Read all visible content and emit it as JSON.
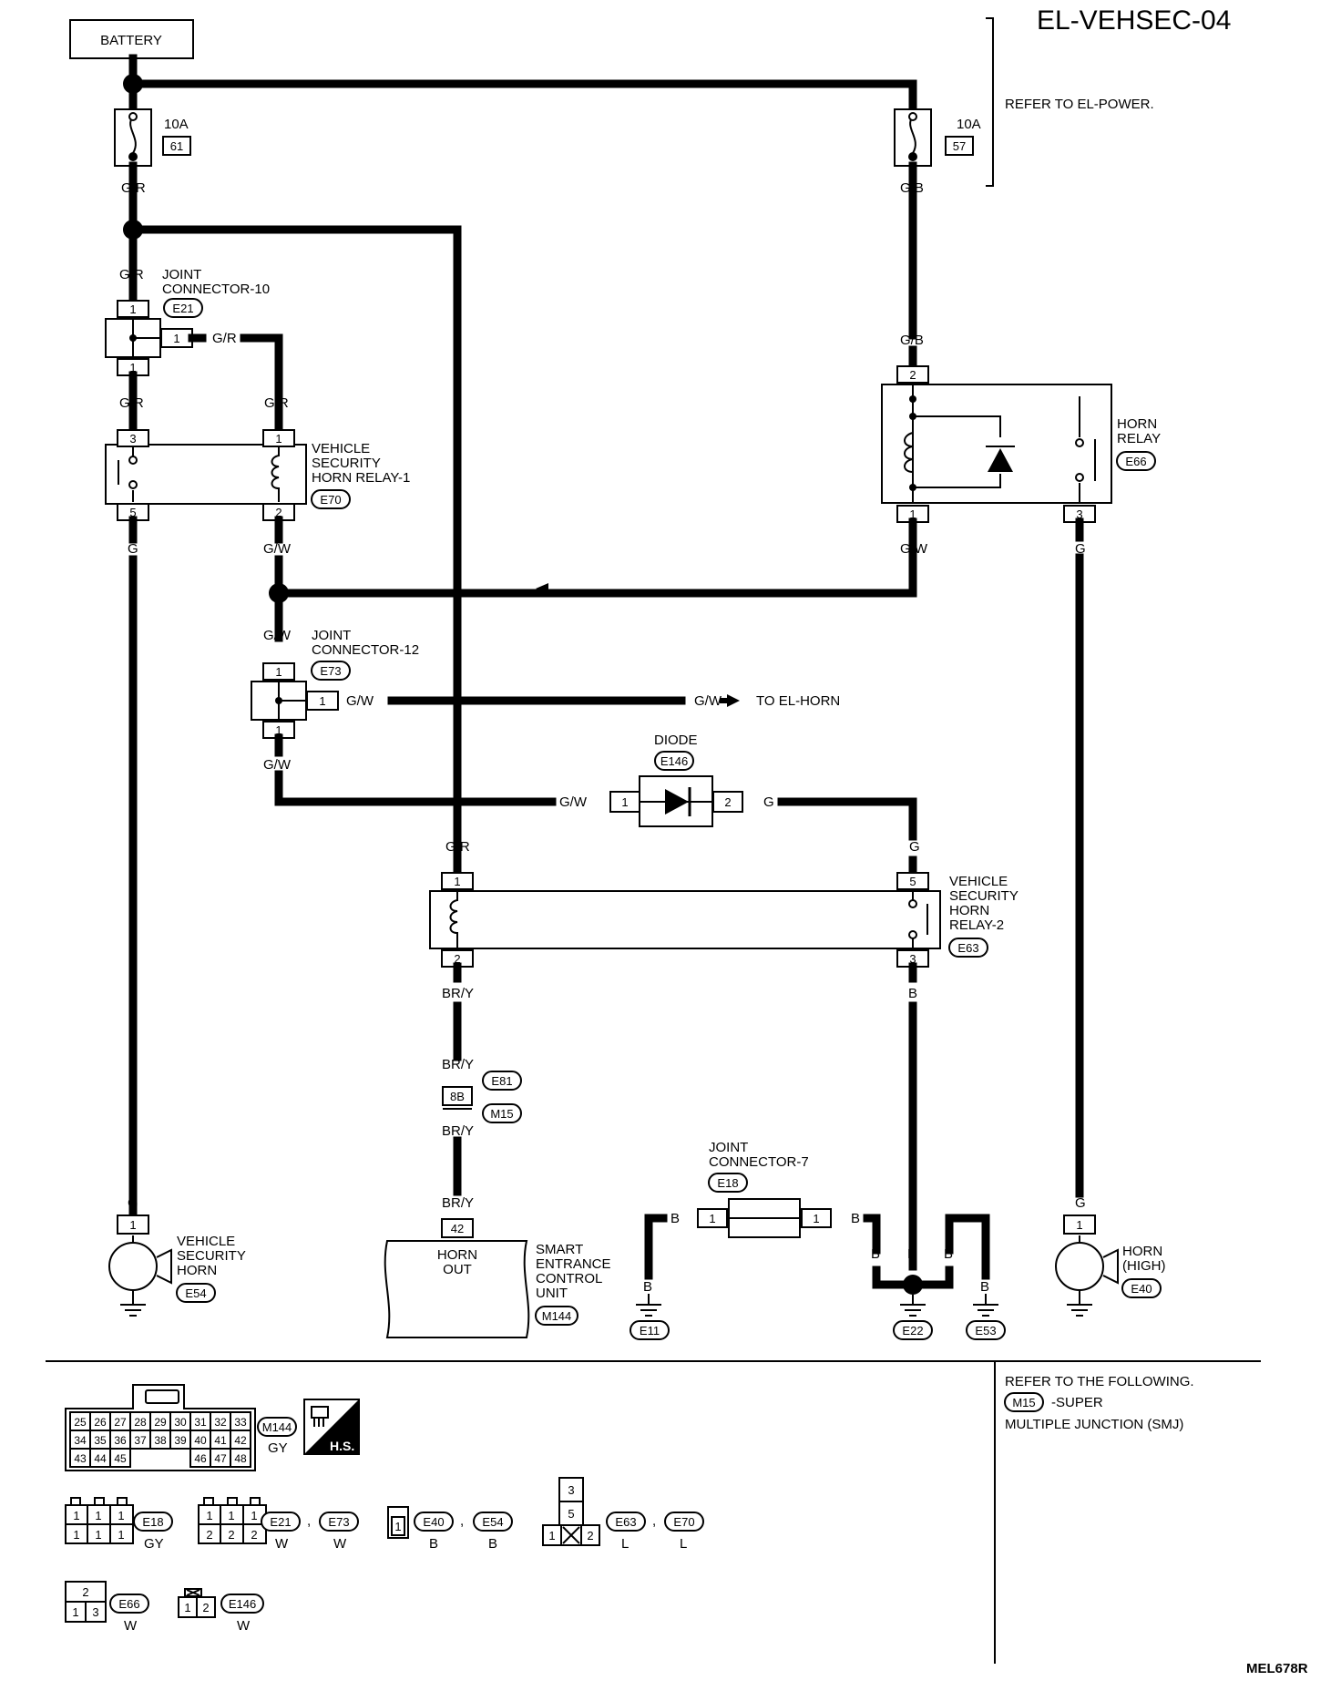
{
  "header": {
    "diagram_id": "EL-VEHSEC-04",
    "refer_power": "REFER TO EL-POWER.",
    "footer_code": "MEL678R"
  },
  "power": {
    "battery": "BATTERY",
    "fuse_left_rating": "10A",
    "fuse_left_no": "61",
    "fuse_right_rating": "10A",
    "fuse_right_no": "57"
  },
  "wires": {
    "gr": "G/R",
    "gb": "G/B",
    "gw": "G/W",
    "g": "G",
    "bry": "BR/Y",
    "b": "B"
  },
  "components": {
    "jc10": {
      "name1": "JOINT",
      "name2": "CONNECTOR-10",
      "code": "E21"
    },
    "vshr1": {
      "name1": "VEHICLE",
      "name2": "SECURITY",
      "name3": "HORN RELAY-1",
      "code": "E70"
    },
    "horn_relay": {
      "name1": "HORN",
      "name2": "RELAY",
      "code": "E66"
    },
    "jc12": {
      "name1": "JOINT",
      "name2": "CONNECTOR-12",
      "code": "E73"
    },
    "to_horn": "TO EL-HORN",
    "diode": {
      "name": "DIODE",
      "code": "E146"
    },
    "vshr2": {
      "name1": "VEHICLE",
      "name2": "SECURITY",
      "name3": "HORN",
      "name4": "RELAY-2",
      "code": "E63"
    },
    "inline": {
      "pin": "8B",
      "code1": "E81",
      "code2": "M15"
    },
    "vs_horn": {
      "name1": "VEHICLE",
      "name2": "SECURITY",
      "name3": "HORN",
      "code": "E54"
    },
    "secu": {
      "pin": "42",
      "term1": "HORN",
      "term2": "OUT",
      "name1": "SMART",
      "name2": "ENTRANCE",
      "name3": "CONTROL",
      "name4": "UNIT",
      "code": "M144"
    },
    "jc7": {
      "name1": "JOINT",
      "name2": "CONNECTOR-7",
      "code": "E18"
    },
    "grounds": [
      "E11",
      "E22",
      "E53"
    ],
    "horn_high": {
      "name1": "HORN",
      "name2": "(HIGH)",
      "code": "E40"
    }
  },
  "pins": {
    "p1": "1",
    "p2": "2",
    "p3": "3",
    "p5": "5",
    "p42": "42"
  },
  "legend": {
    "refer1": "REFER TO THE FOLLOWING.",
    "smj_code": "M15",
    "smj1": "-SUPER",
    "smj2": "MULTIPLE JUNCTION (SMJ)",
    "m144_color": "GY",
    "hs": "H.S.",
    "m144_row1": [
      "25",
      "26",
      "27",
      "28",
      "29",
      "30",
      "31",
      "32",
      "33"
    ],
    "m144_row2": [
      "34",
      "35",
      "36",
      "37",
      "38",
      "39",
      "40",
      "41",
      "42"
    ],
    "m144_row3": [
      "43",
      "44",
      "45",
      "46",
      "47",
      "48"
    ],
    "c_e18": "E18",
    "c_e18_col": "GY",
    "c_e21": "E21",
    "c_e21_col": "W",
    "c_e73": "E73",
    "c_e73_col": "W",
    "c_e40": "E40",
    "c_e40_col": "B",
    "c_e54": "E54",
    "c_e54_col": "B",
    "c_e63": "E63",
    "c_e63_col": "L",
    "c_e70": "E70",
    "c_e70_col": "L",
    "c_e66": "E66",
    "c_e66_col": "W",
    "c_e146": "E146",
    "c_e146_col": "W",
    "sep": ","
  }
}
